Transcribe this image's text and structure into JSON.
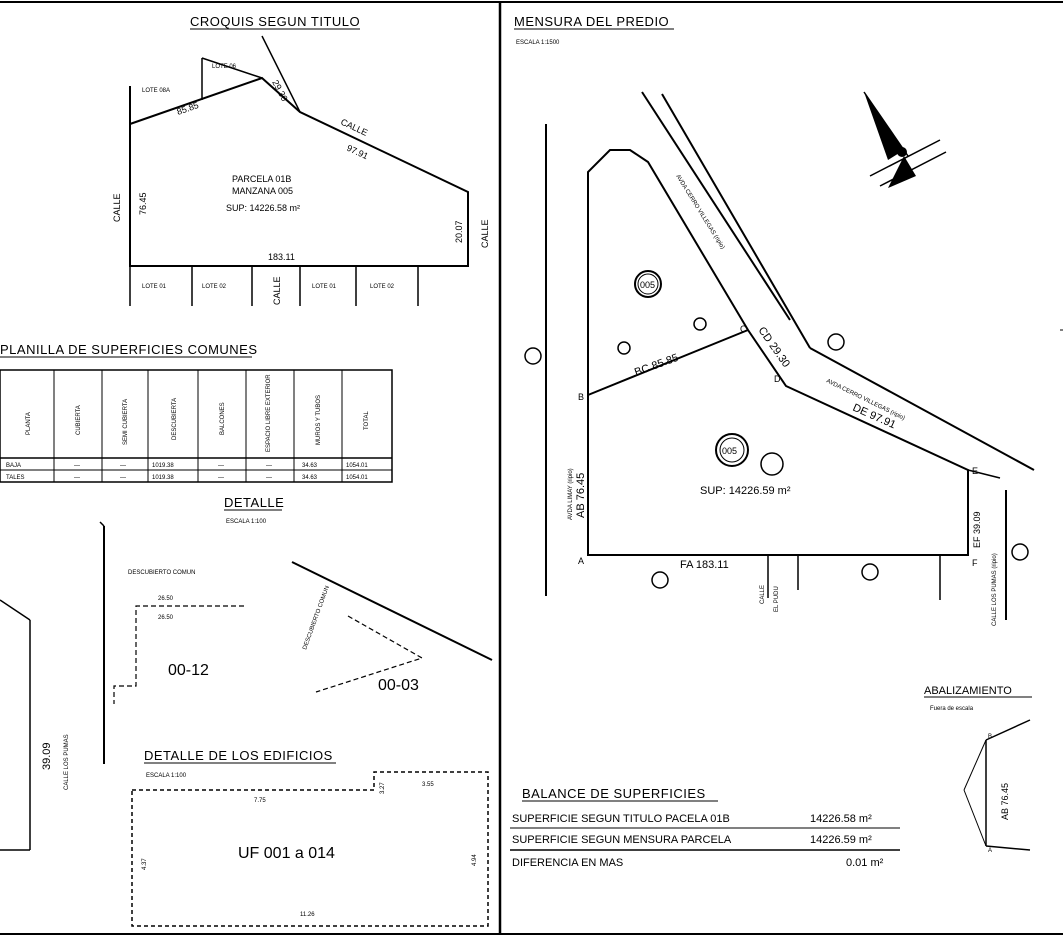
{
  "croquis": {
    "title": "CROQUIS SEGUN TITULO",
    "lote_08a": "LOTE 08A",
    "lote_06": "LOTE 06",
    "dim_8585": "85.85",
    "dim_2930": "29.30",
    "calle_top": "CALLE",
    "dim_9791": "97.91",
    "calle_left": "CALLE",
    "dim_7645": "76.45",
    "parcela": "PARCELA 01B",
    "manzana": "MANZANA 005",
    "sup": "SUP: 14226.58 m²",
    "dim_2007": "20.07",
    "calle_right": "CALLE",
    "dim_18311": "183.11",
    "lote_01_a": "LOTE 01",
    "lote_02_a": "LOTE 02",
    "calle_bottom": "CALLE",
    "lote_01_b": "LOTE 01",
    "lote_02_b": "LOTE 02"
  },
  "planilla": {
    "title": "PLANILLA DE SUPERFICIES COMUNES",
    "headers": [
      "PLANTA",
      "CUBIERTA",
      "SEMI CUBIERTA",
      "DESCUBIERTA",
      "BALCONES",
      "ESPACIO LIBRE EXTERIOR",
      "MUROS Y TUBOS",
      "TOTAL"
    ],
    "rows": [
      [
        "BAJA",
        "—",
        "—",
        "1019.38",
        "—",
        "—",
        "34.63",
        "1054.01"
      ],
      [
        "TALES",
        "—",
        "—",
        "1019.38",
        "—",
        "—",
        "34.63",
        "1054.01"
      ]
    ]
  },
  "detalle": {
    "title": "DETALLE",
    "escala": "ESCALA 1:100",
    "descubierto": "DESCUBIERTO COMUN",
    "uf1": "00-12",
    "uf2": "00-03",
    "d1": "26.50",
    "d2": "26.50",
    "descubierto2": "DESCUBIERTO COMUN",
    "left_dim": "39.09",
    "left_calle": "CALLE LOS PUMAS"
  },
  "edificios": {
    "title": "DETALLE DE LOS EDIFICIOS",
    "escala": "ESCALA 1:100",
    "uf": "UF 001 a 014",
    "dim_775": "7.75",
    "dim_355": "3.55",
    "dim_437": "4.37",
    "dim_494": "4.94",
    "dim_1126": "11.26",
    "dim_327": "3.27"
  },
  "mensura": {
    "title": "MENSURA DEL PREDIO",
    "escala": "ESCALA 1:1500",
    "manzana": "005",
    "sup": "SUP: 14226.59 m²",
    "bc": "BC 85.85",
    "cd": "CD 29.30",
    "de": "DE 97.91",
    "fa": "FA 183.11",
    "ab": "AB 76.45",
    "ef": "EF 39.09",
    "avda1": "AVDA CERRO VILLEGAS (ripio)",
    "avda2": "AVDA CERRO VILLEGAS (ripio)",
    "limay": "AVDA LIMAY (ripio)",
    "los_pumas": "CALLE LOS PUMAS (ripio)",
    "el_pudu_1": "CALLE",
    "el_pudu_2": "EL PUDU",
    "pt_a": "A",
    "pt_b": "B",
    "pt_c": "C",
    "pt_d": "D",
    "pt_e": "E",
    "pt_f": "F"
  },
  "balance": {
    "title": "BALANCE DE SUPERFICIES",
    "row1_label": "SUPERFICIE SEGUN TITULO PACELA 01B",
    "row1_value": "14226.58 m²",
    "row2_label": "SUPERFICIE SEGUN MENSURA PARCELA",
    "row2_value": "14226.59 m²",
    "row3_label": "DIFERENCIA EN MAS",
    "row3_value": "0.01 m²"
  },
  "abalizamiento": {
    "title": "ABALIZAMIENTO",
    "subtitle": "Fuera de escala",
    "ab": "AB 76.45",
    "pt_a": "A",
    "pt_b": "B"
  }
}
